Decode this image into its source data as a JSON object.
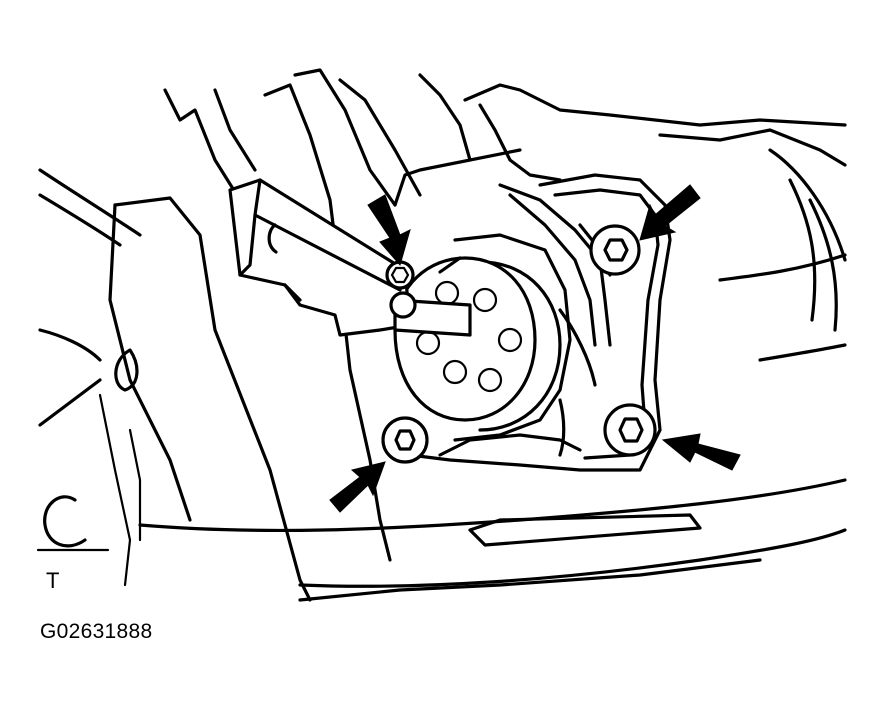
{
  "figure": {
    "id_label": "G02631888",
    "torque_symbol": "T",
    "callout_arrow_count": 4
  }
}
